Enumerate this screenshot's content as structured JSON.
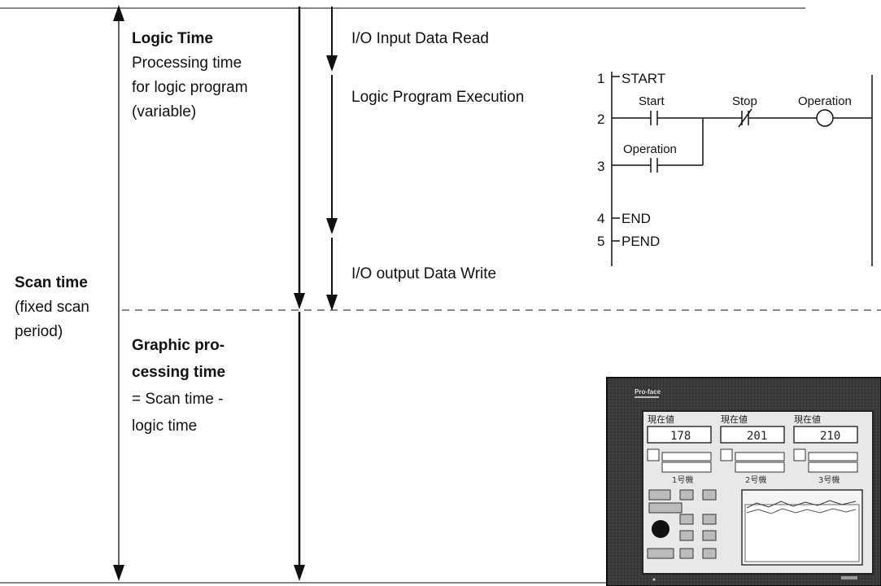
{
  "left_labels": {
    "scan_time_title": "Scan time",
    "scan_time_line1": "(fixed scan",
    "scan_time_line2": "period)"
  },
  "logic_time": {
    "title": "Logic Time",
    "line1": "Processing time",
    "line2": "for logic program",
    "line3": "(variable)"
  },
  "graphic_time": {
    "title_line1": "Graphic pro-",
    "title_line2": "cessing time",
    "line1": "= Scan time -",
    "line2": "logic time"
  },
  "steps": {
    "input_read": "I/O Input Data Read",
    "logic_exec": "Logic Program Execution",
    "output_write": "I/O output Data Write"
  },
  "ladder": {
    "rungs": [
      "1",
      "2",
      "3",
      "4",
      "5"
    ],
    "start_label": "START",
    "end_label": "END",
    "pend_label": "PEND",
    "contact_start": "Start",
    "contact_stop": "Stop",
    "coil_operation": "Operation",
    "contact_operation": "Operation"
  },
  "hmi": {
    "brand": "Pro-face",
    "panel_titles": [
      "現在値",
      "現在値",
      "現在値"
    ],
    "values": [
      "178",
      "201",
      "210"
    ],
    "unit_labels": [
      "1号機",
      "2号機",
      "3号機"
    ]
  }
}
